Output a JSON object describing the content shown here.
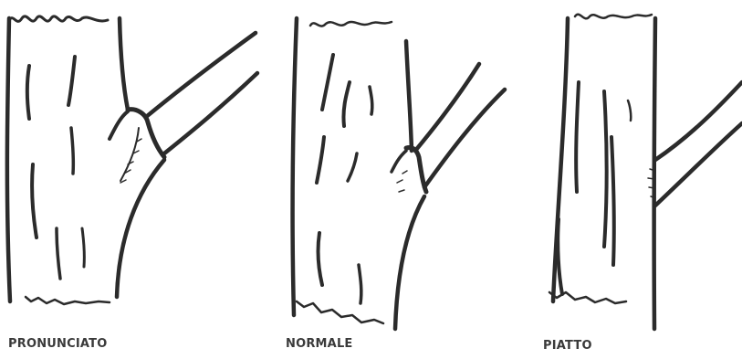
{
  "captions": [
    "PRONUNCIATO",
    "NORMALE",
    "PIATTO"
  ]
}
